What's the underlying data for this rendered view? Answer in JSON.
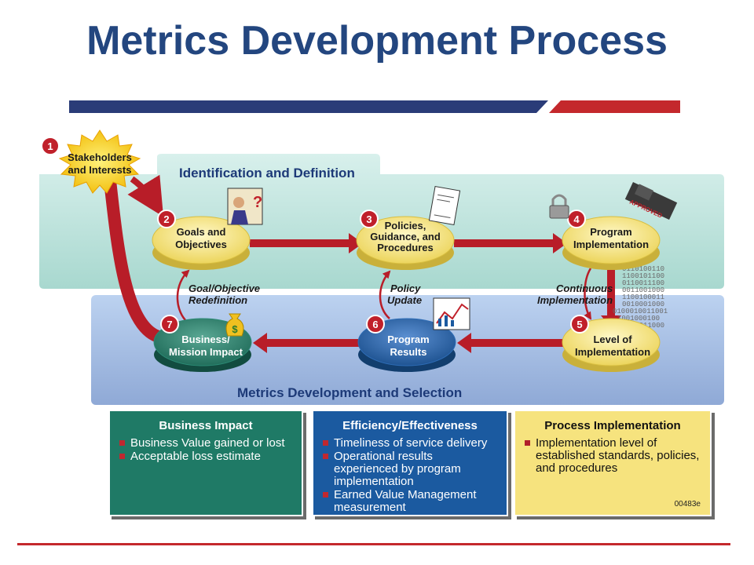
{
  "title": "Metrics Development Process",
  "colors": {
    "title": "#23467f",
    "bar_blue": "#2a3c78",
    "bar_red": "#c4282c",
    "arrow_red": "#b81d28",
    "top_panel": "#bfe3de",
    "bottom_panel": "#a8c3e8",
    "node_yellow": "#f5e27a",
    "node_green": "#1f7a66",
    "node_blue": "#1b5aa0"
  },
  "panels": {
    "top": "Identification and Definition",
    "bottom": "Metrics Development and Selection"
  },
  "nodes": [
    {
      "num": "1",
      "line1": "Stakeholders",
      "line2": "and Interests"
    },
    {
      "num": "2",
      "line1": "Goals and",
      "line2": "Objectives"
    },
    {
      "num": "3",
      "line1": "Policies,",
      "line2": "Guidance, and",
      "line3": "Procedures"
    },
    {
      "num": "4",
      "line1": "Program",
      "line2": "Implementation"
    },
    {
      "num": "5",
      "line1": "Level of",
      "line2": "Implementation"
    },
    {
      "num": "6",
      "line1": "Program",
      "line2": "Results"
    },
    {
      "num": "7",
      "line1": "Business/",
      "line2": "Mission Impact"
    }
  ],
  "loops": [
    {
      "line1": "Goal/Objective",
      "line2": "Redefinition"
    },
    {
      "line1": "Policy",
      "line2": "Update"
    },
    {
      "line1": "Continuous",
      "line2": "Implementation"
    }
  ],
  "stamp_text": "APPROVED",
  "binary_text": [
    "0110100110",
    "1100101100",
    "0110011100",
    "0011001000",
    "1100100011",
    "0010001000",
    "0100010011001",
    "1001000100",
    "0110011000",
    "0001"
  ],
  "boxes": [
    {
      "header": "Business Impact",
      "items": [
        "Business Value gained or lost",
        "Acceptable loss  estimate"
      ]
    },
    {
      "header": "Efficiency/Effectiveness",
      "items": [
        "Timeliness of service delivery",
        "Operational results experienced by program implementation",
        "Earned Value Management measurement"
      ]
    },
    {
      "header": "Process Implementation",
      "items": [
        "Implementation level of established standards, policies, and procedures"
      ]
    }
  ],
  "figure_code": "00483e"
}
